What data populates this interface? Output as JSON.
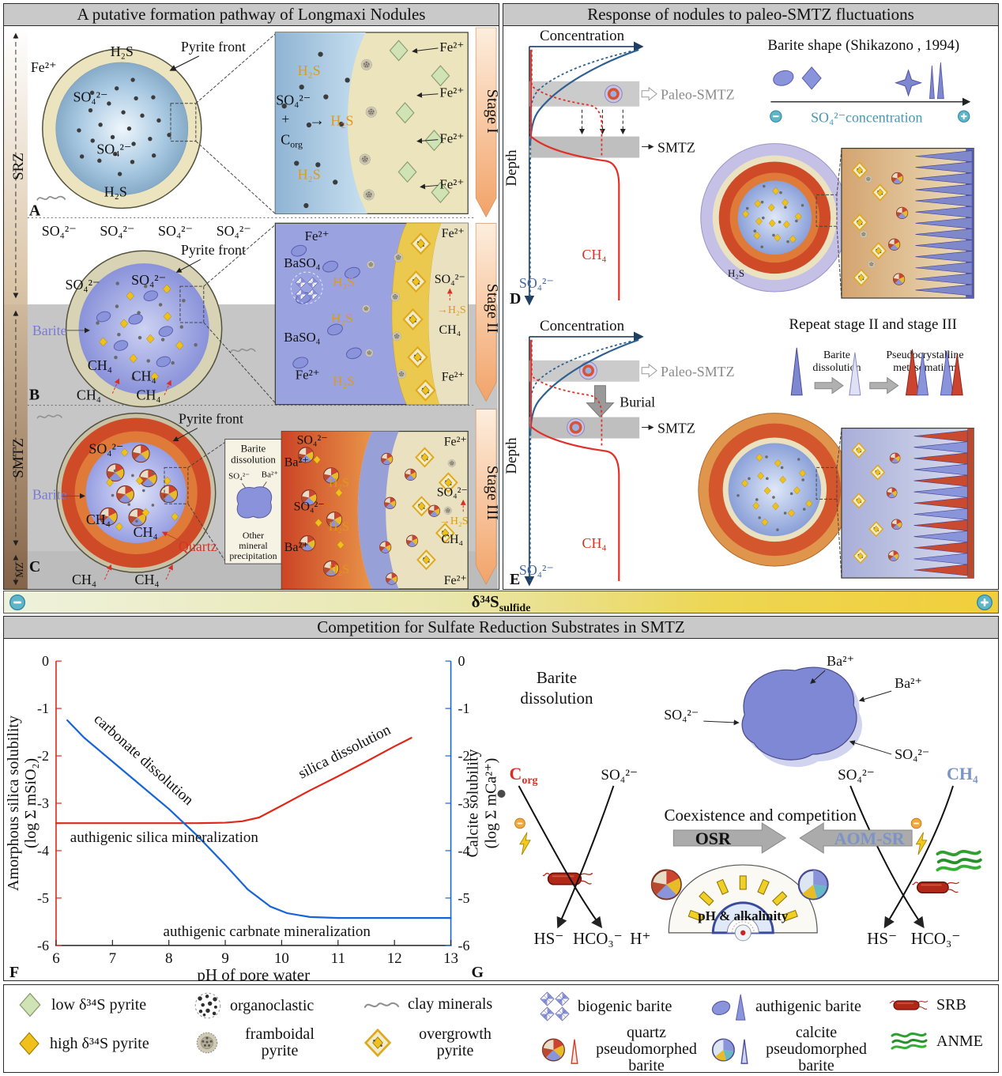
{
  "chem": {
    "so4": "SO₄²⁻",
    "fe": "Fe²⁺",
    "h2s": "H₂S",
    "ch4": "CH₄",
    "ba": "Ba²⁺",
    "baso4": "BaSO₄",
    "hs": "HS⁻",
    "hco3": "HCO₃⁻",
    "h": "H⁺",
    "plus": "+",
    "to_h2s": "→H₂S",
    "c": "C",
    "org": "org",
    "arrow": "→"
  },
  "pathway": {
    "title": "A putative formation pathway of Longmaxi Nodules",
    "srz": "SRZ",
    "smtz": "SMTZ",
    "mz": "MZ",
    "stage1": "Stage I",
    "stage2": "Stage II",
    "stage3": "Stage III",
    "a": "A",
    "b": "B",
    "c": "C",
    "pyrite_front": "Pyrite front",
    "barite": "Barite",
    "quartz": "Quartz",
    "bdiss1": "Barite",
    "bdiss2": "dissolution",
    "om1": "Other",
    "om2": "mineral",
    "om3": "precipitation"
  },
  "response": {
    "title": "Response of nodules to paleo-SMTZ fluctuations",
    "concentration": "Concentration",
    "depth": "Depth",
    "paleo": "Paleo-SMTZ",
    "smtz": "SMTZ",
    "barite_shape": "Barite shape (Shikazono , 1994)",
    "so4conc": "SO₄²⁻concentration",
    "repeat": "Repeat stage II and stage III",
    "burial": "Burial",
    "bd1": "Barite",
    "bd2": "dissolution",
    "pm1": "Pseudocrystalline",
    "pm2": "metasomatism",
    "d": "D",
    "e": "E"
  },
  "bar": {
    "prefix": "δ³⁴S",
    "sub": "sulfide",
    "minus": "−",
    "plus": "+"
  },
  "competition": {
    "title": "Competition for Sulfate Reduction Substrates in SMTZ",
    "f": "F",
    "g": "G",
    "bd1": "Barite",
    "bd2": "dissolution",
    "coex": "Coexistence and competition",
    "osr": "OSR",
    "aomsr": "AOM-SR",
    "ph": "pH & alkalinity"
  },
  "chart_data": {
    "type": "line",
    "title": "",
    "xlabel": "pH of pore water",
    "ylabel_left1": "Amorphous silica solubility",
    "ylabel_left2": "(log Σ mSiO₂)",
    "ylabel_right1": "Calcite solubility",
    "ylabel_right2": "(log Σ mCa²⁺)",
    "xlim": [
      6,
      13
    ],
    "ylim": [
      -6,
      0
    ],
    "x_ticks": [
      6,
      7,
      8,
      9,
      10,
      11,
      12,
      13
    ],
    "y_ticks": [
      0,
      -1,
      -2,
      -3,
      -4,
      -5,
      -6
    ],
    "grid": false,
    "colors": {
      "left": "#e02818",
      "right": "#1565d8"
    },
    "series": [
      {
        "name": "amorphous silica solubility",
        "color": "#e02818",
        "x": [
          6,
          6.5,
          7,
          7.5,
          8,
          8.5,
          9,
          9.3,
          9.6,
          10,
          10.5,
          11,
          11.5,
          12,
          12.3
        ],
        "y": [
          -3.42,
          -3.42,
          -3.42,
          -3.42,
          -3.42,
          -3.42,
          -3.41,
          -3.38,
          -3.3,
          -3.05,
          -2.73,
          -2.43,
          -2.12,
          -1.8,
          -1.62
        ]
      },
      {
        "name": "calcite solubility",
        "color": "#1565d8",
        "x": [
          6.2,
          6.5,
          7,
          7.5,
          8,
          8.5,
          9,
          9.4,
          9.8,
          10.1,
          10.5,
          11,
          11.5,
          12,
          12.5,
          13
        ],
        "y": [
          -1.25,
          -1.62,
          -2.12,
          -2.62,
          -3.12,
          -3.68,
          -4.3,
          -4.82,
          -5.18,
          -5.32,
          -5.4,
          -5.42,
          -5.42,
          -5.42,
          -5.42,
          -5.42
        ]
      }
    ],
    "annotations": [
      {
        "text": "carbonate dissolution",
        "color": "#1565d8",
        "x": 7.5,
        "y": -2.15,
        "rot": 42,
        "anchor": "middle"
      },
      {
        "text": "silica dissolution",
        "color": "#e02818",
        "x": 11.15,
        "y": -2.0,
        "rot": -27,
        "anchor": "middle"
      },
      {
        "text": "authigenic silica mineralization",
        "color": "#e02818",
        "x": 6.25,
        "y": -3.82,
        "rot": 0,
        "anchor": "start"
      },
      {
        "text": "authigenic carbnate mineralization",
        "color": "#1565d8",
        "x": 7.9,
        "y": -5.8,
        "rot": 0,
        "anchor": "start"
      }
    ]
  },
  "legend": {
    "items": [
      {
        "label": "low δ³⁴S pyrite"
      },
      {
        "label": "organoclastic"
      },
      {
        "label": "clay minerals"
      },
      {
        "label": "biogenic barite"
      },
      {
        "label": "authigenic barite"
      },
      {
        "label": "SRB"
      },
      {
        "label": "high δ³⁴S pyrite"
      },
      {
        "label": "framboidal pyrite"
      },
      {
        "label": "overgrowth pyrite"
      },
      {
        "label": "quartz pseudomorphed barite"
      },
      {
        "label": "calcite pseudomorphed barite"
      },
      {
        "label": "ANME"
      }
    ]
  }
}
